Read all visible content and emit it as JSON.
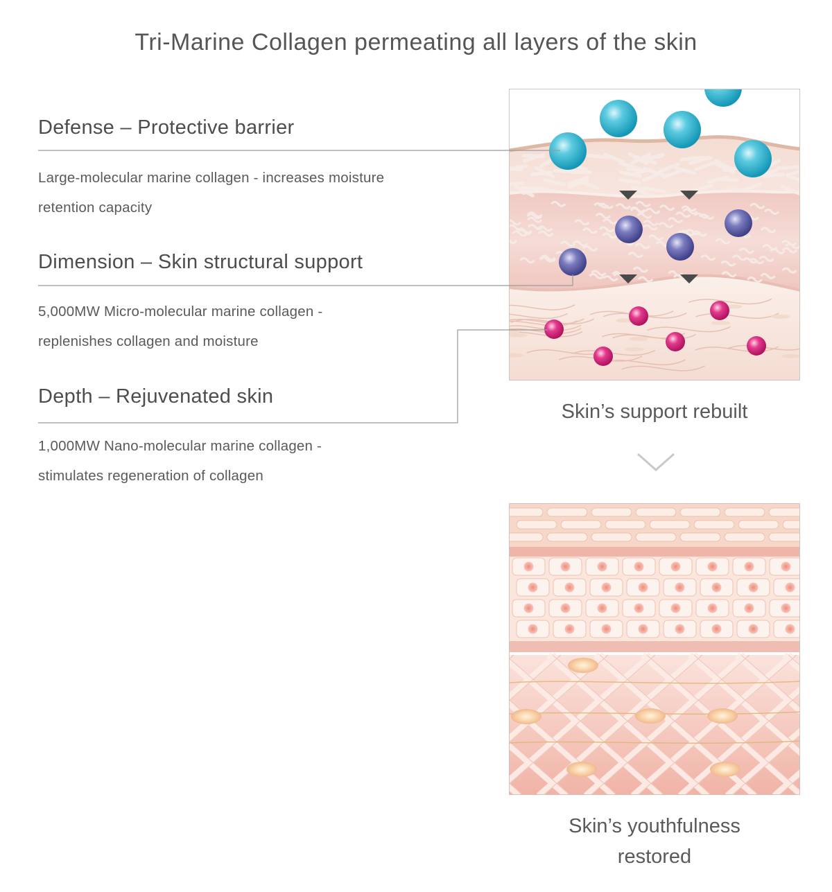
{
  "title": "Tri-Marine Collagen permeating all layers of the skin",
  "layers": [
    {
      "heading": "Defense – Protective barrier",
      "desc_line1": "Large-molecular marine collagen - increases moisture",
      "desc_line2": "retention capacity"
    },
    {
      "heading": "Dimension – Skin structural support",
      "desc_line1": "5,000MW Micro-molecular marine collagen -",
      "desc_line2": "replenishes collagen and moisture"
    },
    {
      "heading": "Depth – Rejuvenated skin",
      "desc_line1": "1,000MW Nano-molecular marine collagen -",
      "desc_line2": "stimulates regeneration of collagen"
    }
  ],
  "captions": {
    "top": "Skin’s support rebuilt",
    "bottom_line1": "Skin’s youthfulness",
    "bottom_line2": "restored"
  },
  "colors": {
    "large_molecule": "#1fa8c6",
    "micro_molecule": "#5a5aa0",
    "nano_molecule": "#d81b77",
    "skin_pink": "#f3d4cc",
    "leader_line": "#9a9a9a"
  },
  "icons": {
    "transition": "chevron-down-icon",
    "flow": "triangle-down-icon"
  }
}
